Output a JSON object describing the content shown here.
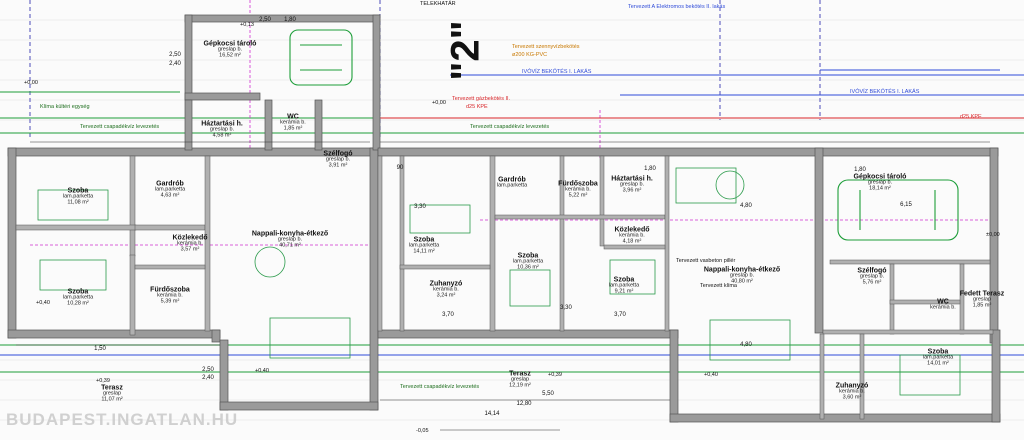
{
  "plan_label": "\"2\"",
  "watermark": "BUDAPEST.INGATLAN.HU",
  "rooms": [
    {
      "name": "Gépkocsi tároló",
      "material": "greslap b.",
      "area": "16,52 m²"
    },
    {
      "name": "Háztartási h.",
      "material": "greslap b.",
      "area": "4,58 m²"
    },
    {
      "name": "WC",
      "material": "kerámia b.",
      "area": "1,85 m²"
    },
    {
      "name": "Szélfogó",
      "material": "greslap b.",
      "area": "3,91 m²"
    },
    {
      "name": "Szoba",
      "material": "lam.parketta",
      "area": "11,08 m²"
    },
    {
      "name": "Gardrób",
      "material": "lam.parketta",
      "area": "4,63 m²"
    },
    {
      "name": "Közlekedő",
      "material": "kerámia b.",
      "area": "3,57 m²"
    },
    {
      "name": "Szoba",
      "material": "lam.parketta",
      "area": "10,28 m²"
    },
    {
      "name": "Fürdőszoba",
      "material": "kerámia b.",
      "area": "5,39 m²"
    },
    {
      "name": "Nappali-konyha-étkező",
      "material": "greslap b.",
      "area": "40,71 m²"
    },
    {
      "name": "Szoba",
      "material": "lam.parketta",
      "area": "14,11 m²"
    },
    {
      "name": "Zuhanyzó",
      "material": "kerámia b.",
      "area": "3,24 m²"
    },
    {
      "name": "Gardrób",
      "material": "lam.parketta",
      "area": ""
    },
    {
      "name": "Fürdőszoba",
      "material": "kerámia b.",
      "area": "5,22 m²"
    },
    {
      "name": "Háztartási h.",
      "material": "greslap b.",
      "area": "3,96 m²"
    },
    {
      "name": "Szoba",
      "material": "lam.parketta",
      "area": "10,36 m²"
    },
    {
      "name": "Közlekedő",
      "material": "kerámia b.",
      "area": "4,18 m²"
    },
    {
      "name": "Szoba",
      "material": "lam.parketta",
      "area": "9,21 m²"
    },
    {
      "name": "Nappali-konyha-étkező",
      "material": "greslap b.",
      "area": "40,80 m²"
    },
    {
      "name": "Gépkocsi tároló",
      "material": "greslap b.",
      "area": "18,14 m²"
    },
    {
      "name": "Szélfogó",
      "material": "greslap b.",
      "area": "5,76 m²"
    },
    {
      "name": "WC",
      "material": "kerámia b.",
      "area": ""
    },
    {
      "name": "Fedett Terasz",
      "material": "greslap",
      "area": "1,85 m²"
    },
    {
      "name": "Szoba",
      "material": "lam.parketta",
      "area": "14,01 m²"
    },
    {
      "name": "Zuhanyzó",
      "material": "kerámia b.",
      "area": "3,60 m²"
    },
    {
      "name": "Terasz",
      "material": "greslap",
      "area": "11,07 m²"
    },
    {
      "name": "Terasz",
      "material": "greslap",
      "area": "12,19 m²"
    }
  ],
  "notes": {
    "gas_connection": "Tervezett gázbekötés II.",
    "gas_pipe": "d25 KPE",
    "water_connection": "IVÓVÍZ BEKÖTÉS I. LAKÁS",
    "water_connection_2": "IVÓVÍZ BEKÖTÉS I. LAKÁS",
    "sewer": "Tervezett szennyvízbekötés",
    "sewer_pipe": "ø200 KG-PVC",
    "gas_pipe_2": "d25 KPE",
    "planned_heating": "Tervezett vasbeton pillér",
    "planned_climate": "Tervezett klíma",
    "planned_pipe": "Tervezett csapadékvíz levezetés",
    "climate_unit": "Klíma kültéri egység",
    "electric_connection": "Tervezett A Elektromos bekötés II. lakás",
    "top_label": "TELEKHATÁR",
    "planned_pipe_2": "Tervezett csapadékvíz levezetés",
    "planned_pipe_3": "Tervezett csapadékvíz levezetés"
  },
  "levels": [
    "+0,13",
    "+0,00",
    "+0,40",
    "+0,39",
    "+0,40",
    "+0,39",
    "-0,05",
    "+0,40",
    "+0,00",
    "±0,00"
  ],
  "dimensions": [
    "2,50",
    "2,40",
    "2,50",
    "1,80",
    "90",
    "1,80",
    "6,15",
    "1,80",
    "4,80",
    "3,30",
    "3,70",
    "3,70",
    "4,80",
    "3,30",
    "1,50",
    "2,40",
    "2,50",
    "5,50",
    "12,80",
    "14,14"
  ],
  "colors": {
    "wall": "#6b6b6b",
    "wall_fill": "#9a9a9a",
    "grid": "#c8c8c8",
    "blue": "#2f4bd8",
    "magenta": "#d02fd0",
    "green": "#1e9e3a",
    "red": "#d8262a",
    "orange": "#c87800"
  }
}
